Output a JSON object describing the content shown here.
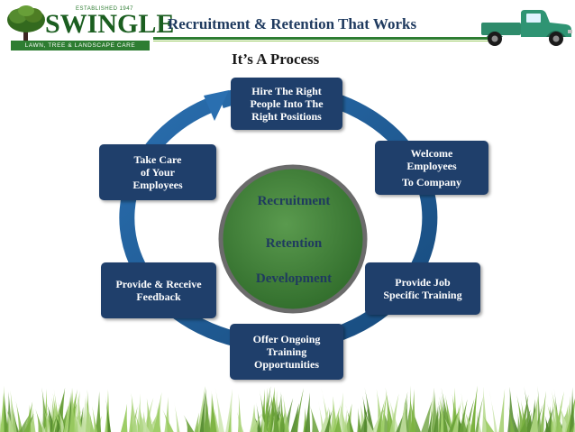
{
  "header": {
    "title": "Recruitment & Retention That Works",
    "subtitle": "It’s A Process",
    "accent_color": "#2e7d32",
    "title_color": "#1f3a5f"
  },
  "logo": {
    "wordmark": "SWINGLE",
    "established": "ESTABLISHED 1947",
    "tagline": "LAWN, TREE & LANDSCAPE CARE"
  },
  "cycle": {
    "box_color": "#1f3f6b",
    "ring_color": "#1f5a96",
    "steps": [
      {
        "lines": [
          "Hire The Right",
          "People Into The",
          "Right Positions"
        ]
      },
      {
        "lines": [
          "Welcome",
          "Employees",
          "To Company"
        ]
      },
      {
        "lines": [
          "Provide Job",
          "Specific Training"
        ]
      },
      {
        "lines": [
          "Offer Ongoing",
          "Training",
          "Opportunities"
        ]
      },
      {
        "lines": [
          "Provide & Receive",
          "Feedback"
        ]
      },
      {
        "lines": [
          "Take Care",
          "of  Your",
          "Employees"
        ]
      }
    ]
  },
  "center": {
    "items": [
      "Recruitment",
      "Retention",
      "Development"
    ],
    "fill_color": "#3f7d3a",
    "border_color": "#6b6b6b"
  },
  "icons": {
    "truck": "green-pickup-truck-icon",
    "tree": "tree-icon",
    "grass": "grass-border"
  }
}
